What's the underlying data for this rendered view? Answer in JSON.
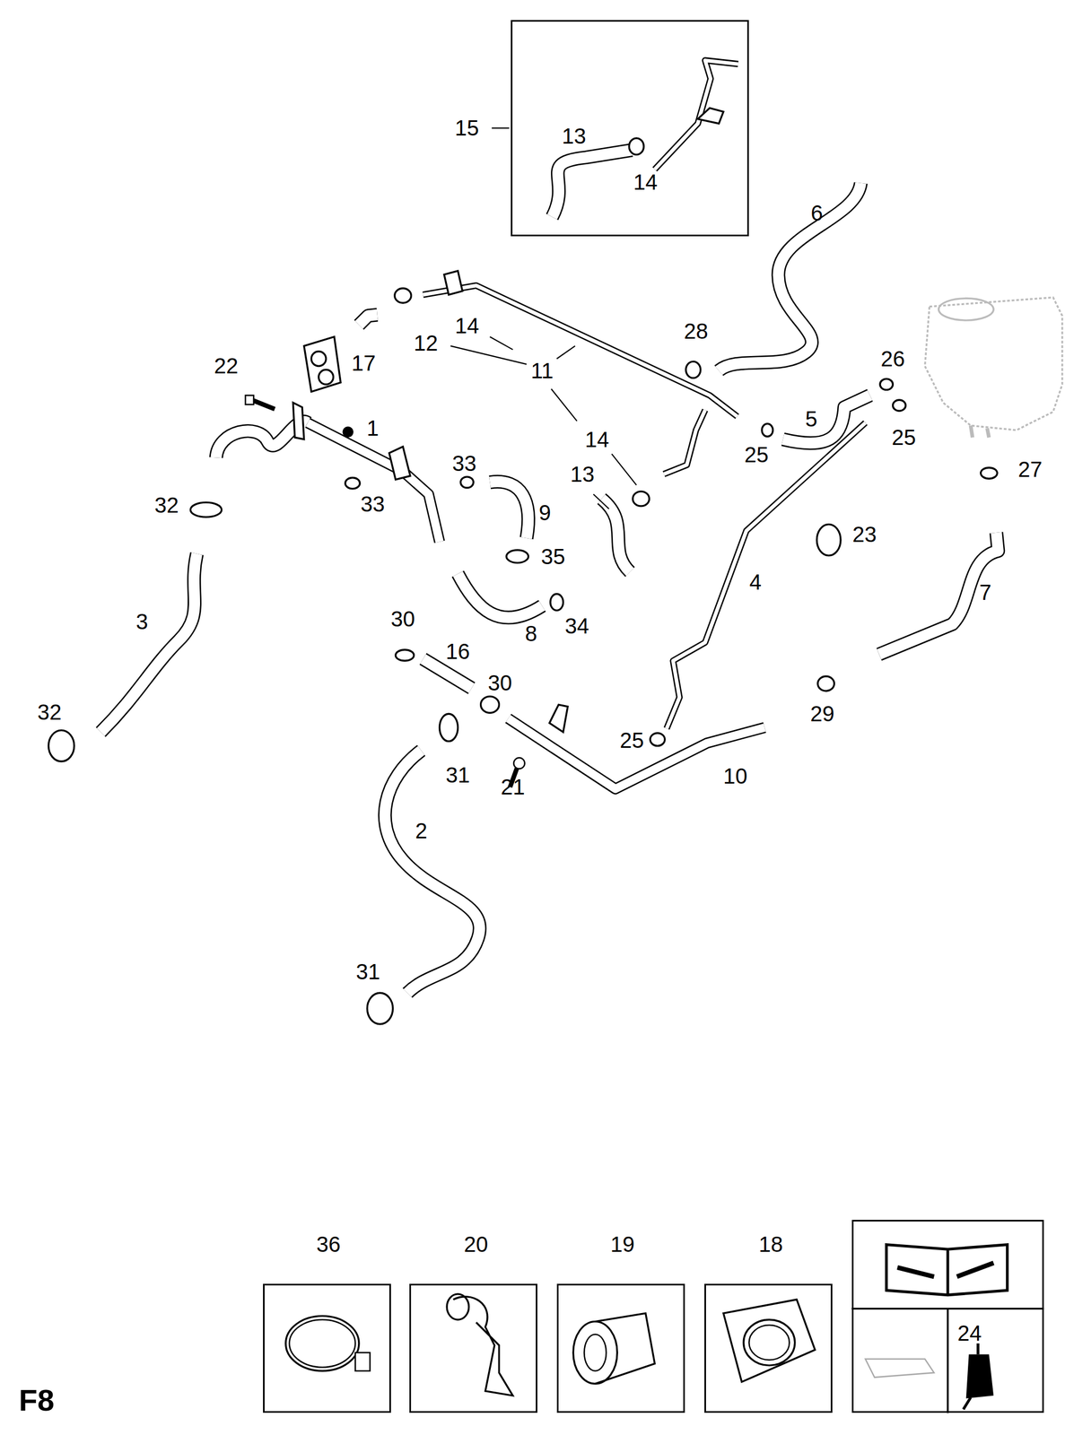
{
  "diagram": {
    "nodes": [
      {
        "text": [
          "15",
          "13",
          "14"
        ]
      },
      {
        "text": [
          "36"
        ]
      },
      {
        "text": [
          "20"
        ]
      },
      {
        "text": [
          "19"
        ]
      },
      {
        "text": [
          "18"
        ]
      },
      {
        "text": [
          "24"
        ]
      }
    ],
    "labels": [
      "6",
      "28",
      "26",
      "14",
      "12",
      "11",
      "17",
      "22",
      "1",
      "5",
      "25",
      "25",
      "27",
      "14",
      "13",
      "33",
      "33",
      "32",
      "9",
      "23",
      "35",
      "4",
      "7",
      "3",
      "8",
      "34",
      "30",
      "16",
      "30",
      "32",
      "29",
      "25",
      "31",
      "21",
      "10",
      "2",
      "31",
      "F8"
    ]
  }
}
